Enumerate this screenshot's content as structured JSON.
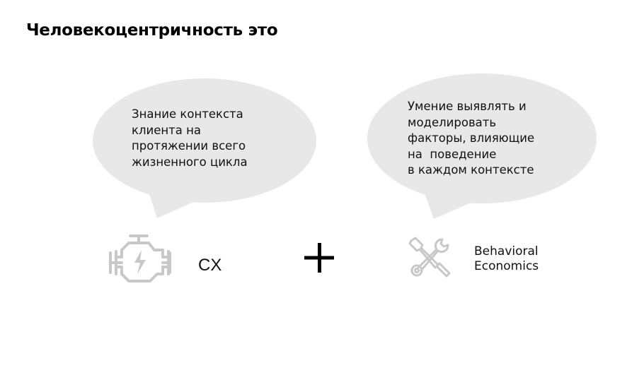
{
  "title": "Человекоцентричность это",
  "bubbles": [
    {
      "text": "Знание контекста\nклиента на\nпротяжении всего\nжизненного цикла",
      "fill": "#e8e8e8"
    },
    {
      "text": "Умение выявлять и\nмоделировать\nфакторы, влияющие\nна  поведение\nв каждом контексте",
      "fill": "#e8e8e8"
    }
  ],
  "items": [
    {
      "icon": "engine-icon",
      "label": "CX"
    },
    {
      "icon": "tools-icon",
      "label": "Behavioral\nEconomics"
    }
  ],
  "operator": {
    "icon": "plus-icon",
    "symbol": "+"
  },
  "colors": {
    "bubble": "#e8e8e8",
    "icon": "#c8c8c8",
    "text": "#000000"
  }
}
